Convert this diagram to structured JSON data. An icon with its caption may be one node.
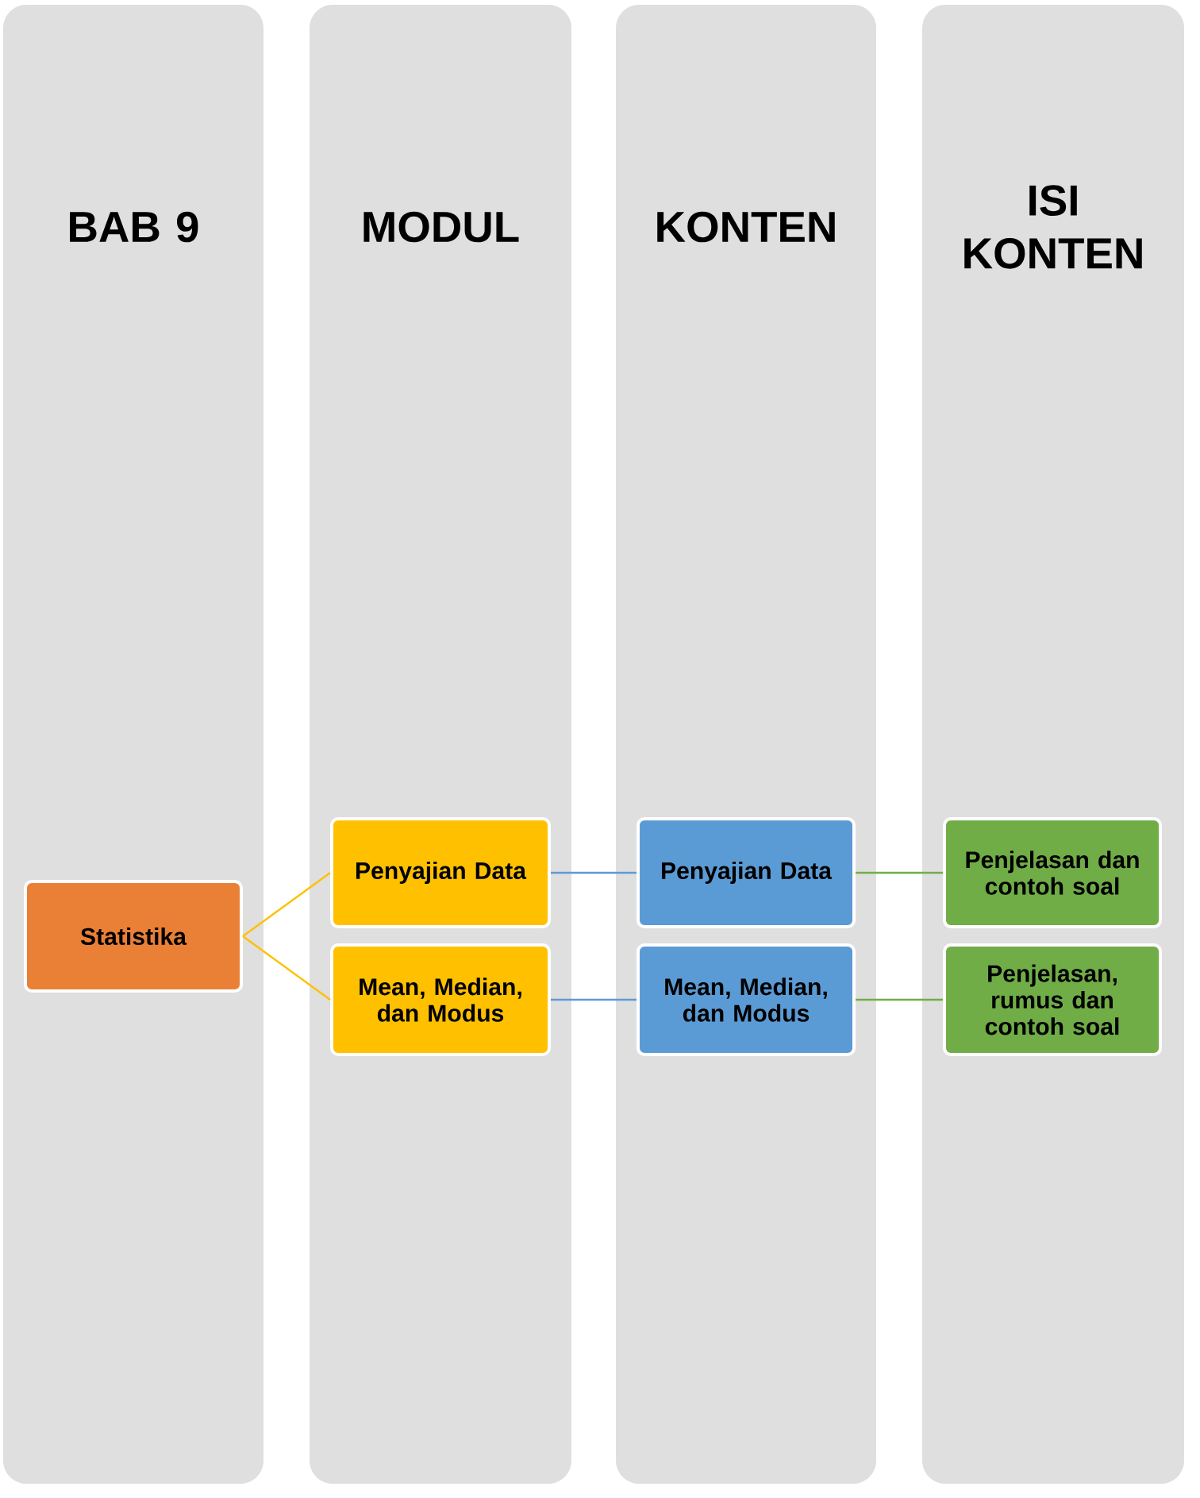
{
  "diagram": {
    "nodes": [
      {
        "text": [
          "BAB 9"
        ]
      },
      {
        "text": [
          "MODUL"
        ]
      },
      {
        "text": [
          "KONTEN"
        ]
      },
      {
        "text": [
          "ISI KONTEN"
        ]
      },
      {
        "text": [
          "Statistika"
        ],
        "in": 0
      },
      {
        "text": [
          "Penyajian Data"
        ],
        "in": 1
      },
      {
        "text": [
          "Mean, Median, dan Modus"
        ],
        "in": 1
      },
      {
        "text": [
          "Penyajian Data"
        ],
        "in": 2
      },
      {
        "text": [
          "Mean, Median, dan Modus"
        ],
        "in": 2
      },
      {
        "text": [
          "Penjelasan dan contoh soal"
        ],
        "in": 3
      },
      {
        "text": [
          "Penjelasan, rumus dan contoh soal"
        ],
        "in": 3
      }
    ],
    "edges": [
      {
        "from": 4,
        "to": 5,
        "arrow": "none",
        "color": "#ffc000"
      },
      {
        "from": 4,
        "to": 6,
        "arrow": "none",
        "color": "#ffc000"
      },
      {
        "from": 5,
        "to": 7,
        "arrow": "none",
        "color": "#5b9bd5"
      },
      {
        "from": 6,
        "to": 8,
        "arrow": "none",
        "color": "#5b9bd5"
      },
      {
        "from": 7,
        "to": 9,
        "arrow": "none",
        "color": "#70ad47"
      },
      {
        "from": 8,
        "to": 10,
        "arrow": "none",
        "color": "#70ad47"
      }
    ]
  }
}
